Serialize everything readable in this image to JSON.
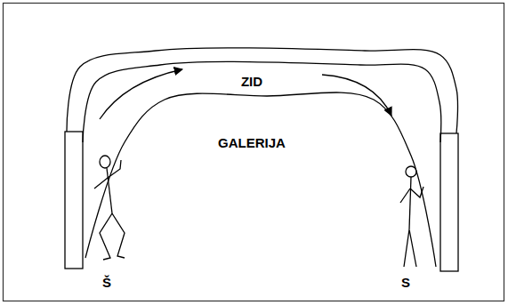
{
  "diagram": {
    "nodes": [
      {
        "text": [
          "ZID"
        ]
      }
    ],
    "labels": [
      "GALERIJA",
      "Š",
      "S"
    ]
  }
}
